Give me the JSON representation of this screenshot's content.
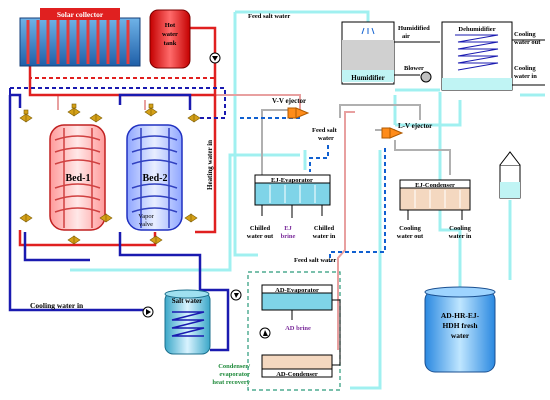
{
  "labels": {
    "solar_collector": "Solar collector",
    "hot_water_tank_1": "Hot",
    "hot_water_tank_2": "water",
    "hot_water_tank_3": "tank",
    "feed_salt_water_top": "Feed salt water",
    "humidified_air_1": "Humidified",
    "humidified_air_2": "air",
    "humidifier": "Humidifier",
    "blower": "Blower",
    "dehumidifier": "Dehumidifier",
    "cooling_water_out_1": "Cooling",
    "cooling_water_out_2": "water out",
    "cooling_water_in_1": "Cooling",
    "cooling_water_in_2": "water in",
    "vv_ejector": "V-V ejector",
    "lv_ejector": "L-V ejector",
    "feed_salt_water_mid_1": "Feed salt",
    "feed_salt_water_mid_2": "water",
    "bed1": "Bed-1",
    "bed2": "Bed-2",
    "heating_water_in": "Heating water in",
    "vapor_valve_1": "Vapor",
    "vapor_valve_2": "valve",
    "ej_evaporator": "EJ-Evaporator",
    "ej_brine_1": "EJ",
    "ej_brine_2": "brine",
    "chilled_water_out_1": "Chilled",
    "chilled_water_out_2": "water out",
    "chilled_water_in_1": "Chilled",
    "chilled_water_in_2": "water in",
    "ej_condenser": "EJ-Condenser",
    "ej_cooling_out_1": "Cooling",
    "ej_cooling_out_2": "water out",
    "ej_cooling_in_1": "Cooling",
    "ej_cooling_in_2": "water in",
    "feed_salt_water_low": "Feed salt water",
    "cooling_water_in_left": "Cooling water in",
    "salt_water": "Salt water",
    "ad_evaporator": "AD-Evaporator",
    "ad_brine": "AD brine",
    "ad_condenser": "AD-Condenser",
    "heat_recovery_1": "Condenser/",
    "heat_recovery_2": "evaporator",
    "heat_recovery_3": "heat recovery",
    "fresh_water_1": "AD-HR-EJ-",
    "fresh_water_2": "HDH fresh",
    "fresh_water_3": "water"
  },
  "colors": {
    "hot_red": "#e02020",
    "pink_line": "#e8a0a0",
    "cold_blue": "#1a1ab0",
    "light_cyan": "#a0f0f0",
    "dashed_blue": "#1060d0",
    "gray_line": "#b0b0b0",
    "dark_green_text": "#1e8a3a",
    "purple_text": "#7a2a9a"
  }
}
